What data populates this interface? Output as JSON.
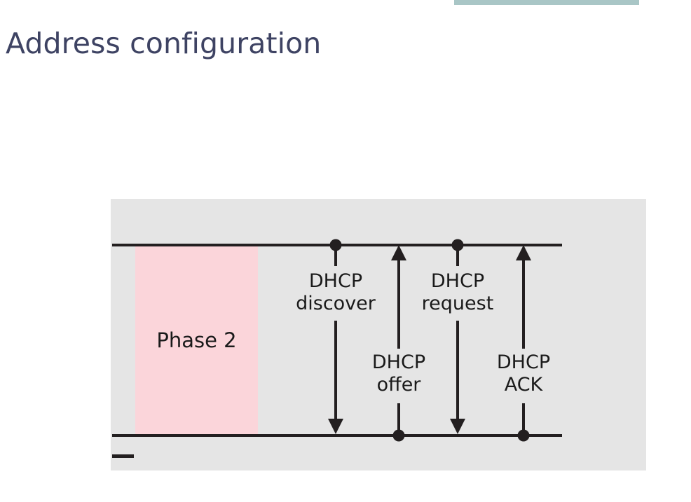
{
  "slide": {
    "title": "Address configuration",
    "title_color": "#3e4363",
    "accent_bar_color": "#a9c6c6",
    "background_color": "#ffffff"
  },
  "figure": {
    "panel_color": "#e5e5e5",
    "line_color": "#231f20",
    "phase": {
      "label": "Phase 2",
      "fill_color": "#fbd5da"
    },
    "messages": [
      {
        "id": "dhcp-discover",
        "line1": "DHCP",
        "line2": "discover",
        "direction": "down",
        "from": "client",
        "to": "server"
      },
      {
        "id": "dhcp-offer",
        "line1": "DHCP",
        "line2": "offer",
        "direction": "up",
        "from": "server",
        "to": "client"
      },
      {
        "id": "dhcp-request",
        "line1": "DHCP",
        "line2": "request",
        "direction": "down",
        "from": "client",
        "to": "server"
      },
      {
        "id": "dhcp-ack",
        "line1": "DHCP",
        "line2": "ACK",
        "direction": "up",
        "from": "server",
        "to": "client"
      }
    ]
  }
}
